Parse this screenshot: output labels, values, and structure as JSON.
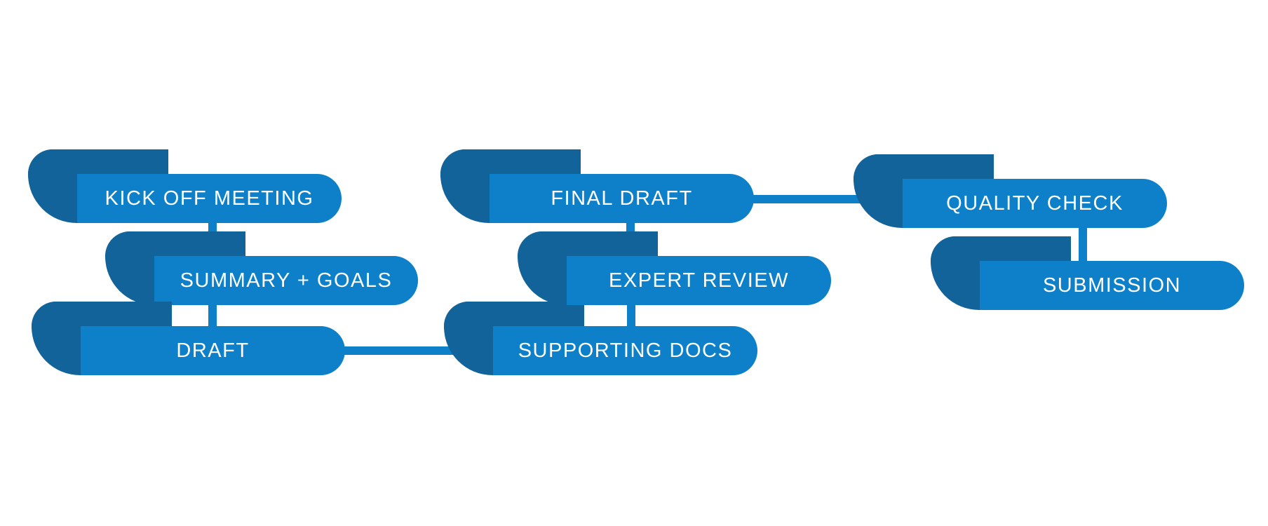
{
  "diagram": {
    "colors": {
      "pill": "#0d80c9",
      "curl": "#12639a",
      "background": "#ffffff",
      "text": "#ffffff"
    },
    "steps": [
      {
        "id": "kick-off",
        "label": "KICK OFF MEETING"
      },
      {
        "id": "summary-goals",
        "label": "SUMMARY + GOALS"
      },
      {
        "id": "draft",
        "label": "DRAFT"
      },
      {
        "id": "supporting-docs",
        "label": "SUPPORTING DOCS"
      },
      {
        "id": "expert-review",
        "label": "EXPERT REVIEW"
      },
      {
        "id": "final-draft",
        "label": "FINAL DRAFT"
      },
      {
        "id": "quality-check",
        "label": "QUALITY CHECK"
      },
      {
        "id": "submission",
        "label": "SUBMISSION"
      }
    ],
    "connections": [
      [
        "kick-off",
        "summary-goals"
      ],
      [
        "summary-goals",
        "draft"
      ],
      [
        "draft",
        "supporting-docs"
      ],
      [
        "supporting-docs",
        "expert-review"
      ],
      [
        "expert-review",
        "final-draft"
      ],
      [
        "final-draft",
        "quality-check"
      ],
      [
        "quality-check",
        "submission"
      ]
    ]
  }
}
